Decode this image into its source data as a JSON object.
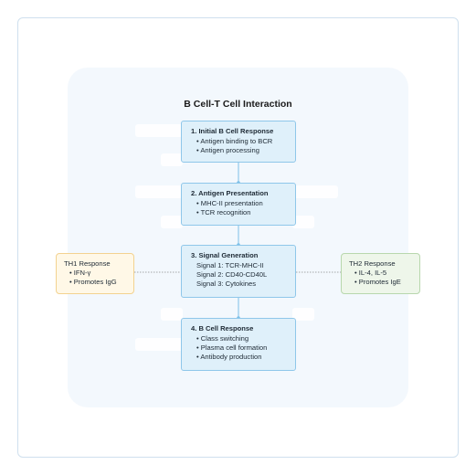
{
  "title": "B Cell-T Cell Interaction",
  "steps": [
    {
      "title": "1. Initial B Cell Response",
      "lines": [
        "• Antigen binding to BCR",
        "• Antigen processing"
      ]
    },
    {
      "title": "2. Antigen Presentation",
      "lines": [
        "• MHC-II presentation",
        "• TCR recognition"
      ]
    },
    {
      "title": "3. Signal Generation",
      "lines": [
        "Signal 1: TCR-MHC-II",
        "Signal 2: CD40-CD40L",
        "Signal 3: Cytokines"
      ]
    },
    {
      "title": "4. B Cell Response",
      "lines": [
        "• Class switching",
        "• Plasma cell formation",
        "• Antibody production"
      ]
    }
  ],
  "th1": {
    "title": "TH1 Response",
    "lines": [
      "• IFN-γ",
      "• Promotes IgG"
    ]
  },
  "th2": {
    "title": "TH2 Response",
    "lines": [
      "• IL-4, IL-5",
      "• Promotes IgE"
    ]
  },
  "colors": {
    "step_fill": "#dff0fa",
    "step_border": "#8fc7ea",
    "arrow": "#7cc0e8",
    "th1_fill": "#fff8e7",
    "th2_fill": "#eef6ea"
  }
}
